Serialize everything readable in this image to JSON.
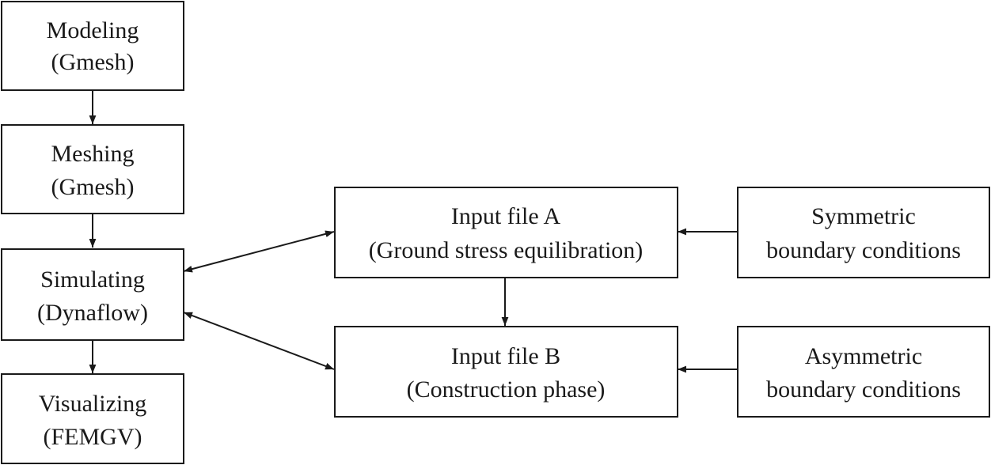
{
  "nodes": {
    "modeling": {
      "line1": "Modeling",
      "line2": "(Gmesh)"
    },
    "meshing": {
      "line1": "Meshing",
      "line2": "(Gmesh)"
    },
    "simulating": {
      "line1": "Simulating",
      "line2": "(Dynaflow)"
    },
    "visualizing": {
      "line1": "Visualizing",
      "line2": "(FEMGV)"
    },
    "input_a": {
      "line1": "Input file A",
      "line2": "(Ground stress equilibration)"
    },
    "input_b": {
      "line1": "Input file B",
      "line2": "(Construction phase)"
    },
    "symmetric": {
      "line1": "Symmetric",
      "line2": "boundary conditions"
    },
    "asymmetric": {
      "line1": "Asymmetric",
      "line2": "boundary conditions"
    }
  },
  "edges": [
    {
      "from": "modeling",
      "to": "meshing",
      "type": "directed"
    },
    {
      "from": "meshing",
      "to": "simulating",
      "type": "directed"
    },
    {
      "from": "simulating",
      "to": "visualizing",
      "type": "directed"
    },
    {
      "from": "simulating",
      "to": "input_a",
      "type": "bidirectional"
    },
    {
      "from": "simulating",
      "to": "input_b",
      "type": "bidirectional"
    },
    {
      "from": "input_a",
      "to": "input_b",
      "type": "directed"
    },
    {
      "from": "symmetric",
      "to": "input_a",
      "type": "directed"
    },
    {
      "from": "asymmetric",
      "to": "input_b",
      "type": "directed"
    }
  ],
  "colors": {
    "stroke": "#1a1a1a",
    "fill": "#ffffff"
  }
}
